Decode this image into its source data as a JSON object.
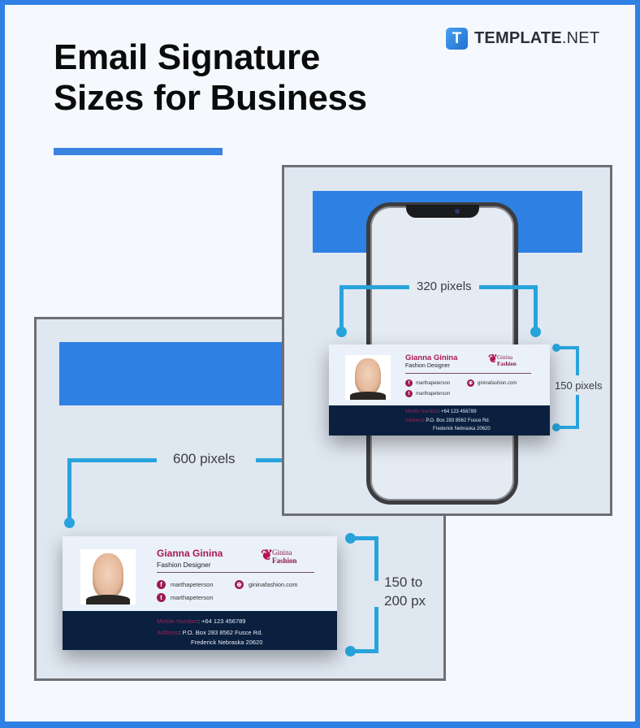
{
  "header": {
    "title_line1": "Email Signature",
    "title_line2": "Sizes for Business",
    "brand_logo_letter": "T",
    "brand_name_bold": "TEMPLATE",
    "brand_name_light": ".NET"
  },
  "colors": {
    "accent_blue": "#2f80e4",
    "bracket_blue": "#29a3dc",
    "panel_bg": "#dfe7f1",
    "signature_dark": "#0b1f3f",
    "signature_magenta": "#a8194f"
  },
  "mobile": {
    "width_label": "320 pixels",
    "height_label": "150 pixels"
  },
  "desktop": {
    "width_label": "600 pixels",
    "height_label_line1": "150 to",
    "height_label_line2": "200 px"
  },
  "signature": {
    "name": "Gianna Ginina",
    "role": "Fashion Designer",
    "logo_line1": "Ginina",
    "logo_line2": "Fashion",
    "facebook_handle": "marthapeterson",
    "twitter_handle": "marthapeterson",
    "website": "gininafashion.com",
    "mobile_label": "Mobile Number",
    "mobile_value": ":  +64 123 456789",
    "address_label": "Address",
    "address_line1": ":   P.O. Box 283 8562 Fusce Rd.",
    "address_line2": "Frederick Nebraska 20620",
    "icons": {
      "facebook": "f",
      "twitter": "t",
      "web": "⊕"
    }
  }
}
